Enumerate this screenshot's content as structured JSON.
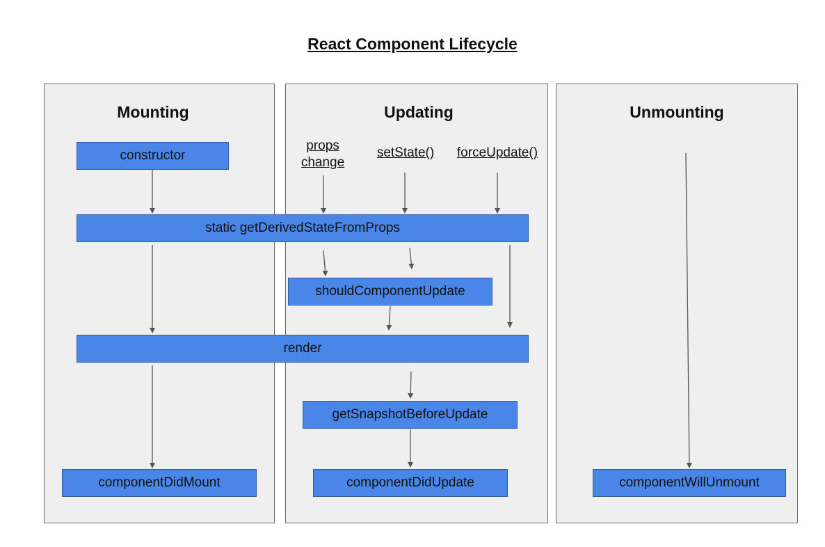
{
  "title": "React Component Lifecycle",
  "phases": {
    "mounting": "Mounting",
    "updating": "Updating",
    "unmounting": "Unmounting"
  },
  "triggers": {
    "props_change_line1": "props",
    "props_change_line2": "change",
    "set_state": "setState()",
    "force_update": "forceUpdate()"
  },
  "methods": {
    "constructor": "constructor",
    "get_derived_state_from_props": "static getDerivedStateFromProps",
    "should_component_update": "shouldComponentUpdate",
    "render": "render",
    "get_snapshot_before_update": "getSnapshotBeforeUpdate",
    "component_did_mount": "componentDidMount",
    "component_did_update": "componentDidUpdate",
    "component_will_unmount": "componentWillUnmount"
  },
  "colors": {
    "method_box": "#4a86e8",
    "phase_panel": "#efefef",
    "arrow": "#555555"
  }
}
